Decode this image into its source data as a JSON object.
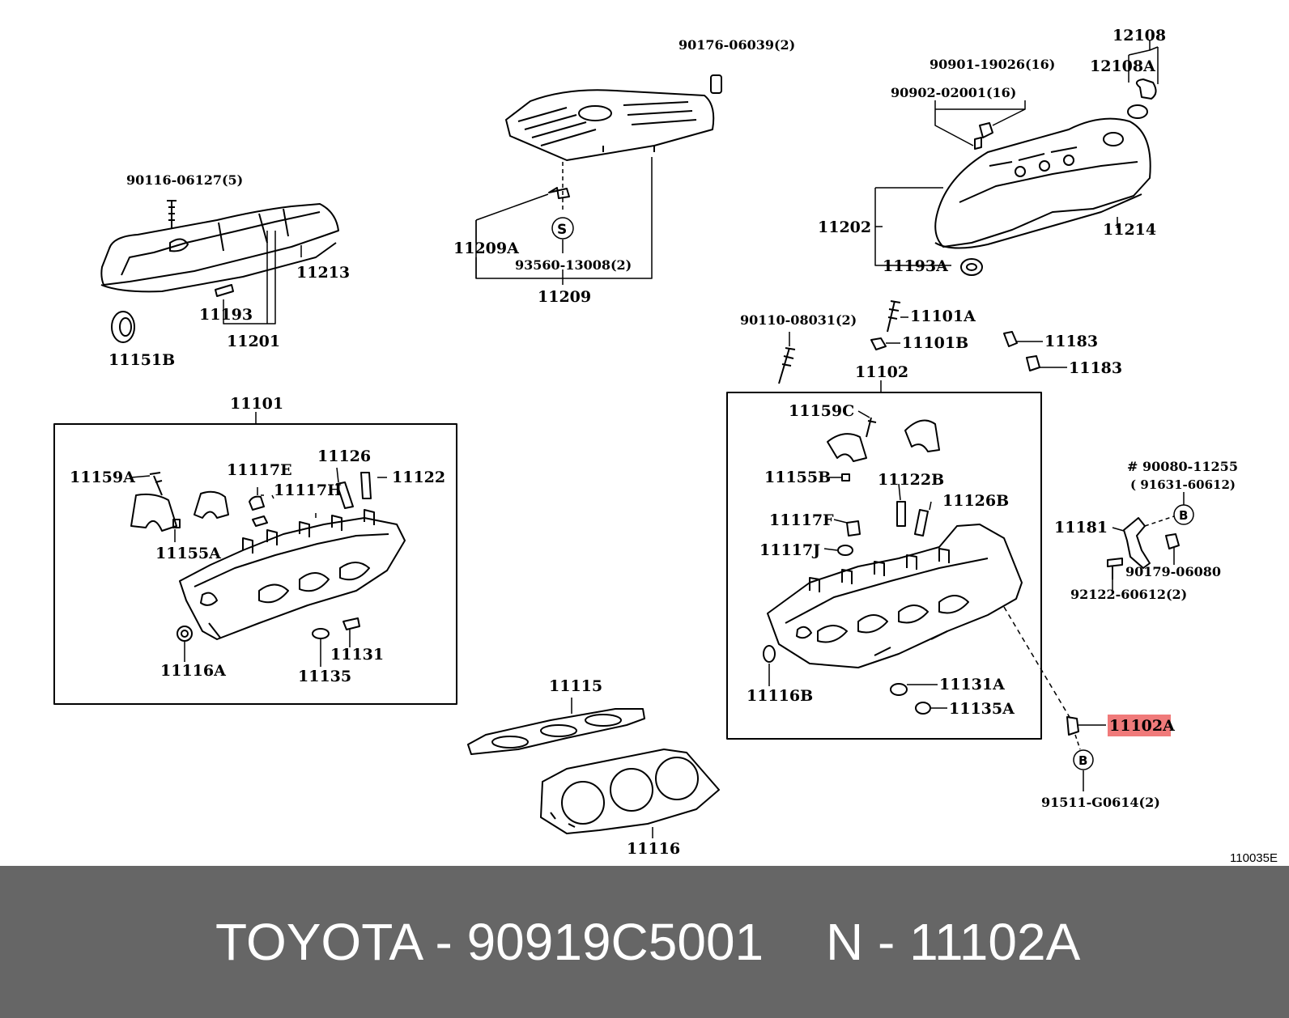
{
  "diagram": {
    "labels": {
      "p90176": "90176-06039(2)",
      "p12108": "12108",
      "p12108a": "12108A",
      "p90901": "90901-19026(16)",
      "p90902": "90902-02001(16)",
      "p90116": "90116-06127(5)",
      "p11213": "11213",
      "p11193": "11193",
      "p11201": "11201",
      "p11151b": "11151B",
      "p11209a": "11209A",
      "p93560": "93560-13008(2)",
      "p11209": "11209",
      "pS": "S",
      "p11202": "11202",
      "p11214": "11214",
      "p11193a": "11193A",
      "p90110": "90110-08031(2)",
      "p11101a": "11101A",
      "p11101b": "11101B",
      "p11183a": "11183",
      "p11183b": "11183",
      "p11102": "11102",
      "p11101": "11101",
      "p11159a": "11159A",
      "p11117e": "11117E",
      "p11126": "11126",
      "p11122": "11122",
      "p11117h": "11117H",
      "p11155a": "11155A",
      "p11116a": "11116A",
      "p11131": "11131",
      "p11135": "11135",
      "p11159c": "11159C",
      "p11155b": "11155B",
      "p11122b": "11122B",
      "p11126b": "11126B",
      "p11117f": "11117F",
      "p11117j": "11117J",
      "p11116b": "11116B",
      "p11131a": "11131A",
      "p11135a": "11135A",
      "p11102a": "11102A",
      "p90080": "# 90080-11255",
      "p91631": "( 91631-60612)",
      "p11181": "11181",
      "p90179": "90179-06080",
      "p92122": "92122-60612(2)",
      "pB1": "B",
      "pB2": "B",
      "p91511": "91511-G0614(2)",
      "p11115": "11115",
      "p11116": "11116"
    },
    "code": "110035E",
    "highlight_color": "#f07a7a"
  },
  "footer": {
    "left_text": "TOYOTA - 90919C5001",
    "right_text": "N - 11102A",
    "background": "#666666"
  }
}
